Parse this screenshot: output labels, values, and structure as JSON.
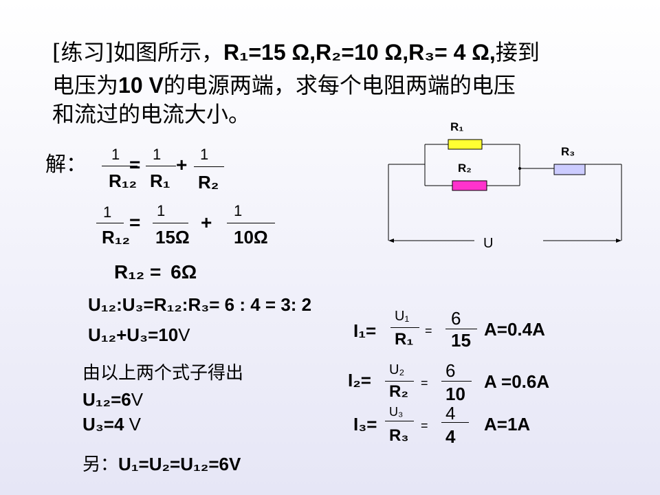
{
  "problem": {
    "line1_a": "[练习]如图所示，",
    "line1_b": "R₁=15 Ω,R₂=10 Ω,R₃= 4 Ω,",
    "line1_c": "接到",
    "line2_a": "电压为",
    "line2_b": "10 V",
    "line2_c": "的电源两端，求每个电阻两端的电压",
    "line3": "和流过的电流大小。"
  },
  "solution": {
    "label": "解：",
    "eq1": {
      "one_a": "1",
      "den_a": "R₁₂",
      "eq": "=",
      "one_b": "1",
      "den_b": "R₁",
      "plus": "+",
      "one_c": "1",
      "den_c": "R₂"
    },
    "eq2": {
      "one_a": "1",
      "den_a": "R₁₂",
      "eq": "=",
      "one_b": "1",
      "den_b": "15Ω",
      "plus": "+",
      "one_c": "1",
      "den_c": "10Ω"
    },
    "r12": {
      "left": "R₁₂ =",
      "right": "6Ω"
    },
    "ratio": "U₁₂:U₃=R₁₂:R₃= 6 : 4   = 3: 2",
    "sum": {
      "bold": "U₁₂+U₃=10",
      "unit": "V"
    },
    "derive": "由以上两个式子得出",
    "u12": {
      "bold": "U₁₂=6",
      "unit": "V"
    },
    "u3": {
      "bold": "U₃=4 ",
      "unit": "V"
    },
    "also": {
      "label": "另：",
      "value": "U₁=U₂=U₁₂=6V"
    },
    "currents": [
      {
        "lhs": "I₁=",
        "num": "U₁",
        "den": "R₁",
        "eq": "=",
        "vnum": "6",
        "vden": "15",
        "res": "A=0.4A"
      },
      {
        "lhs": "I₂=",
        "num": "U₂",
        "den": "R₂",
        "eq": "=",
        "vnum": "6",
        "vden": "10",
        "res": "A =0.6A"
      },
      {
        "lhs": "I₃=",
        "num": "U₃",
        "den": "R₃",
        "eq": "=",
        "vnum": "4",
        "vden": "4",
        "res": "A=1A"
      }
    ]
  },
  "circuit": {
    "r1_label": "R₁",
    "r2_label": "R₂",
    "r3_label": "R₃",
    "u_label": "U",
    "colors": {
      "r1": "#ffff33",
      "r2": "#ff33cc",
      "r3": "#ccccff"
    }
  }
}
